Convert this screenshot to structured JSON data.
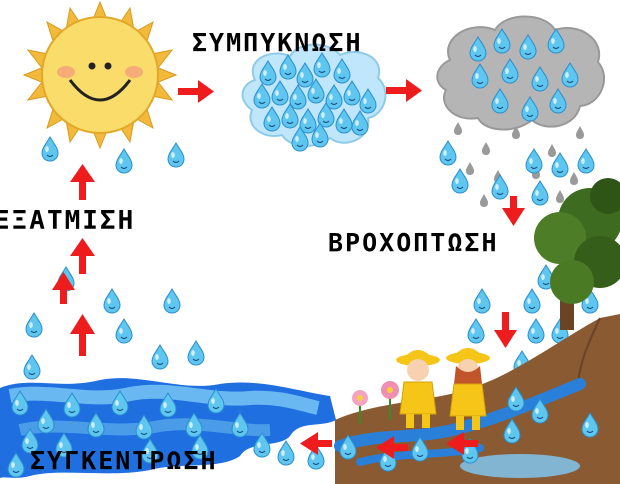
{
  "labels": {
    "condensation": "ΣΥΜΠΥΚΝΩΣΗ",
    "evaporation": "ΕΞΑΤΜΙΣΗ",
    "precipitation": "ΒΡΟΧΟΠΤΩΣΗ",
    "collection": "ΣΥΓΚΕΝΤΡΩΣΗ"
  },
  "colors": {
    "arrow": "#ee1c1c",
    "drop": "#5fc6ef",
    "drop_dark": "#2a8fcf",
    "water": "#1f6fe0",
    "cloud_light": "#bfe6fb",
    "cloud_gray": "#b5b5b5",
    "sun": "#f7d04a",
    "ground": "#8a5a32",
    "raincoat": "#f5c518",
    "tree": "#3d6b1f"
  },
  "icons": [
    "sun-icon",
    "condensation-cloud-icon",
    "rain-cloud-icon",
    "water-drop-icon",
    "arrow-icon",
    "tree-icon",
    "children-icon",
    "flower-icon"
  ]
}
